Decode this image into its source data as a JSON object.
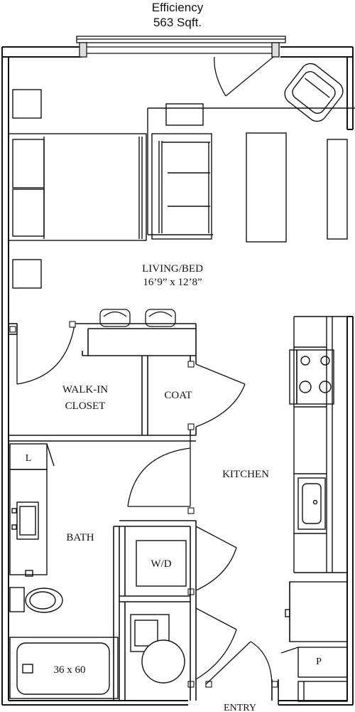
{
  "header": {
    "unit_type": "Efficiency",
    "area": "563 Sqft."
  },
  "rooms": {
    "living": {
      "name": "LIVING/BED",
      "dimensions": "16’9” x 12’8”"
    },
    "closet": {
      "line1": "WALK-IN",
      "line2": "CLOSET"
    },
    "coat": "COAT",
    "kitchen": "KITCHEN",
    "bath": "BATH",
    "entry": "ENTRY"
  },
  "fixtures": {
    "linen": "L",
    "washer_dryer": "W/D",
    "tub": "36 x 60",
    "pantry": "P"
  }
}
